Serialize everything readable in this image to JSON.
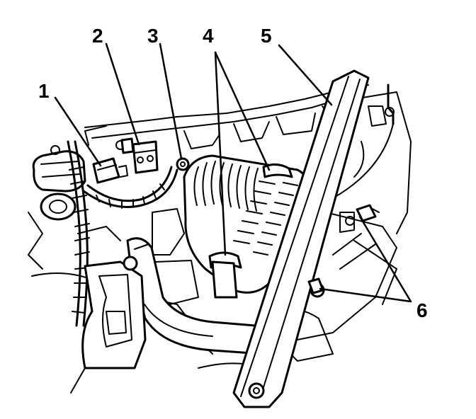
{
  "figure": {
    "callouts": [
      {
        "id": "callout-1",
        "label": "1"
      },
      {
        "id": "callout-2",
        "label": "2"
      },
      {
        "id": "callout-3",
        "label": "3"
      },
      {
        "id": "callout-4",
        "label": "4"
      },
      {
        "id": "callout-5",
        "label": "5"
      },
      {
        "id": "callout-6",
        "label": "6"
      }
    ],
    "line_color": "#000000",
    "background_color": "#ffffff"
  }
}
